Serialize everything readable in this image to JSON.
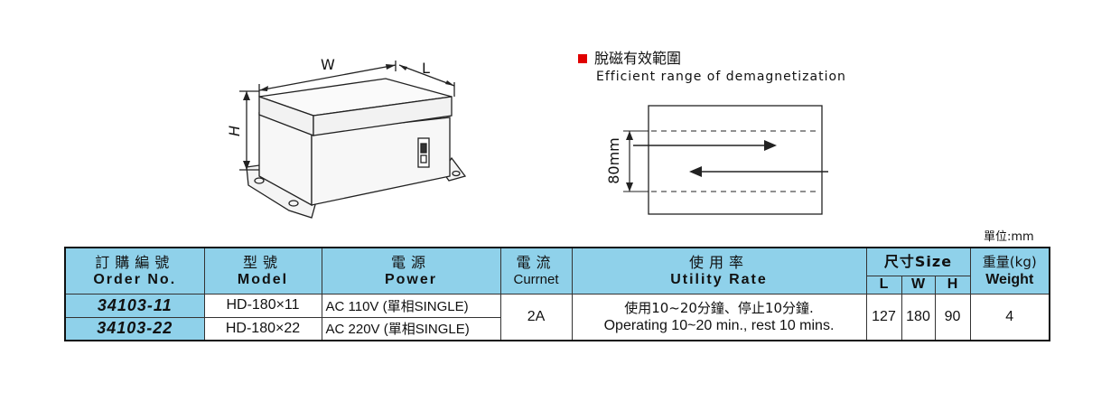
{
  "drawing": {
    "w_label": "W",
    "l_label": "L",
    "h_label": "H",
    "height_label": "80mm"
  },
  "legend": {
    "title": "脫磁有效範圍",
    "subtitle": "Efficient range of demagnetization",
    "accent_color": "#e00000"
  },
  "unit_note": "單位:mm",
  "table": {
    "header_color": "#8fd1ea",
    "headers": {
      "order_zh": "訂購編號",
      "order_en": "Order No.",
      "model_zh": "型號",
      "model_en": "Model",
      "power_zh": "電源",
      "power_en": "Power",
      "current_zh": "電流",
      "current_en": "Currnet",
      "util_zh": "使用率",
      "util_en": "Utility Rate",
      "size_zh": "尺寸Size",
      "size_l": "L",
      "size_w": "W",
      "size_h": "H",
      "weight_zh": "重量(kg)",
      "weight_en": "Weight"
    },
    "rows": [
      {
        "order_no": "34103-11",
        "model": "HD-180×11",
        "power": "AC 110V (單相SINGLE)"
      },
      {
        "order_no": "34103-22",
        "model": "HD-180×22",
        "power": "AC 220V (單相SINGLE)"
      }
    ],
    "shared": {
      "current": "2A",
      "util_zh": "使用10~20分鐘、停止10分鐘.",
      "util_en": "Operating 10~20 min., rest 10 mins.",
      "size_l": "127",
      "size_w": "180",
      "size_h": "90",
      "weight": "4"
    }
  }
}
